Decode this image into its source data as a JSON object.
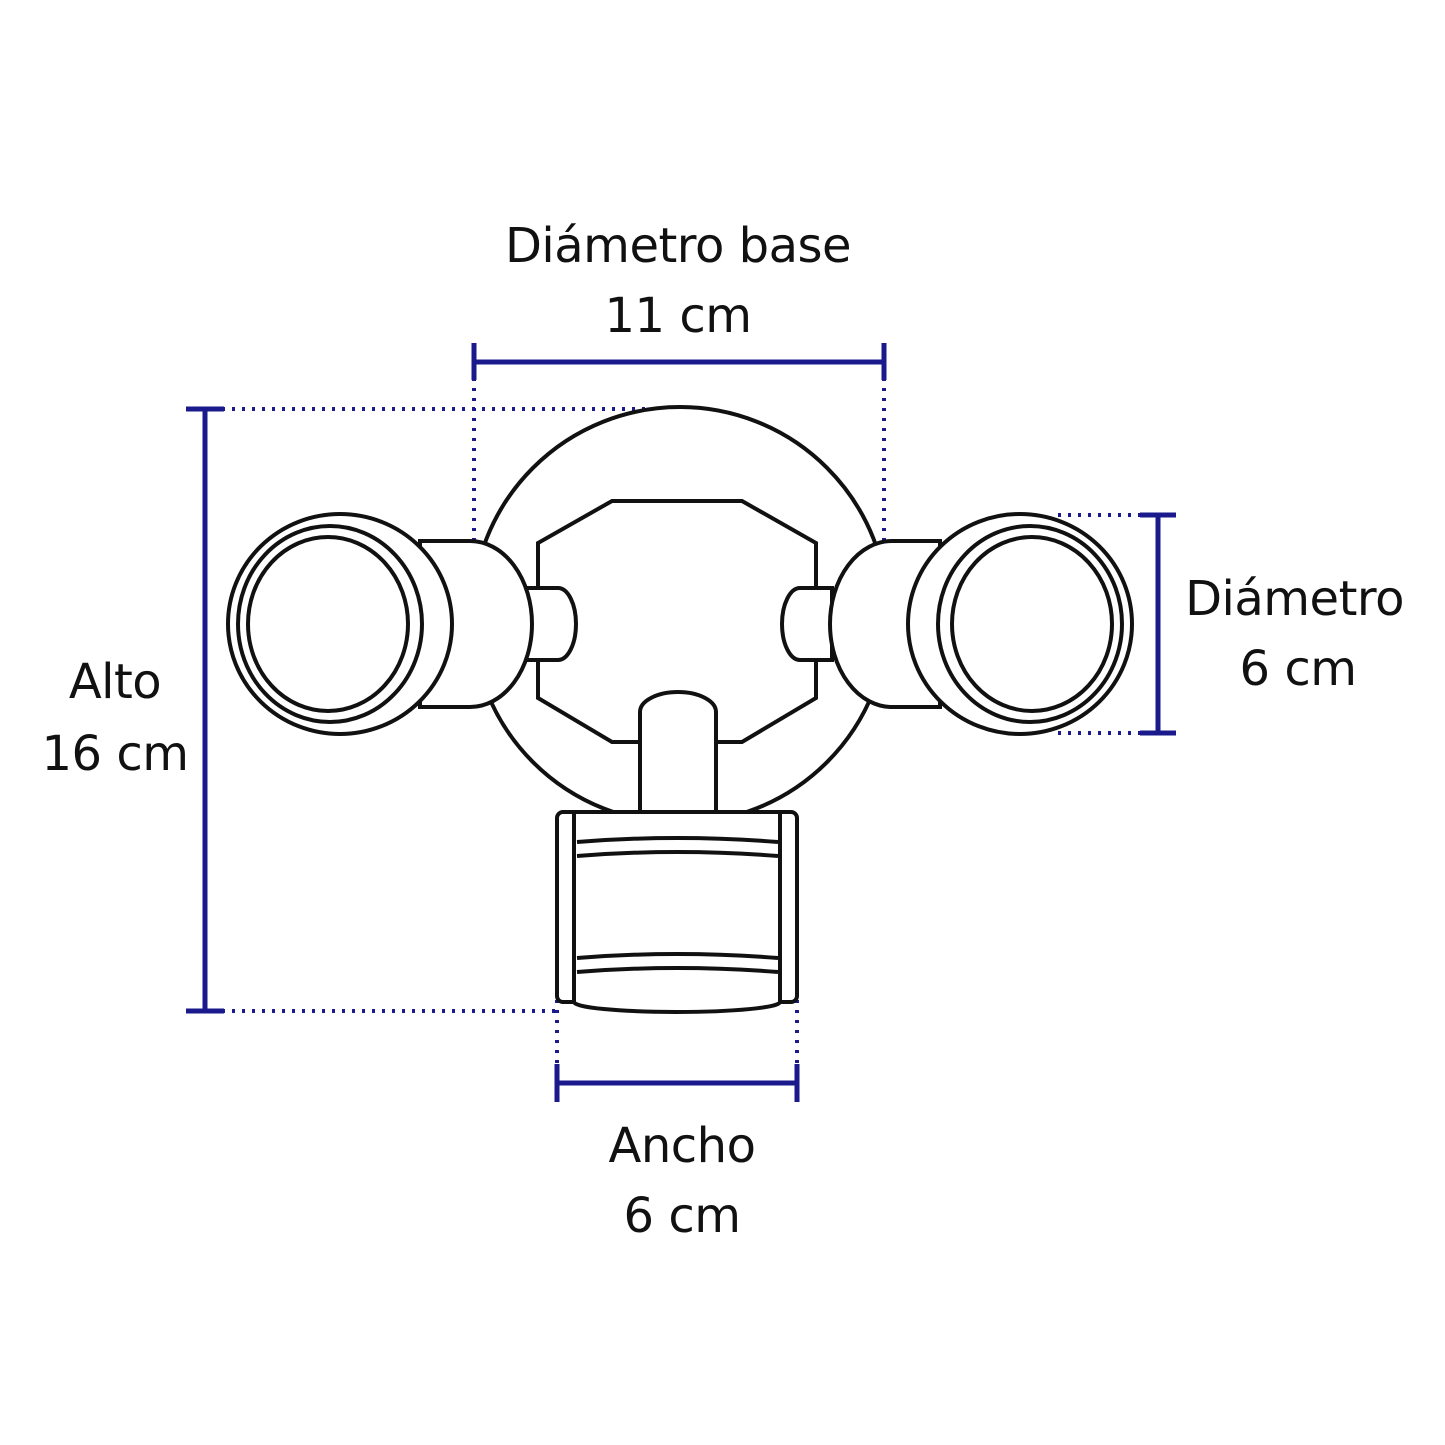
{
  "colors": {
    "dimension_line": "#1a1a8c",
    "drawing_line": "#111111",
    "background": "#ffffff"
  },
  "dimensions": {
    "base_diameter": {
      "label": "Diámetro base",
      "value": "11 cm"
    },
    "height": {
      "label": "Alto",
      "value": "16 cm"
    },
    "lamp_diameter": {
      "label": "Diámetro",
      "value": "6 cm"
    },
    "width": {
      "label": "Ancho",
      "value": "6 cm"
    }
  }
}
